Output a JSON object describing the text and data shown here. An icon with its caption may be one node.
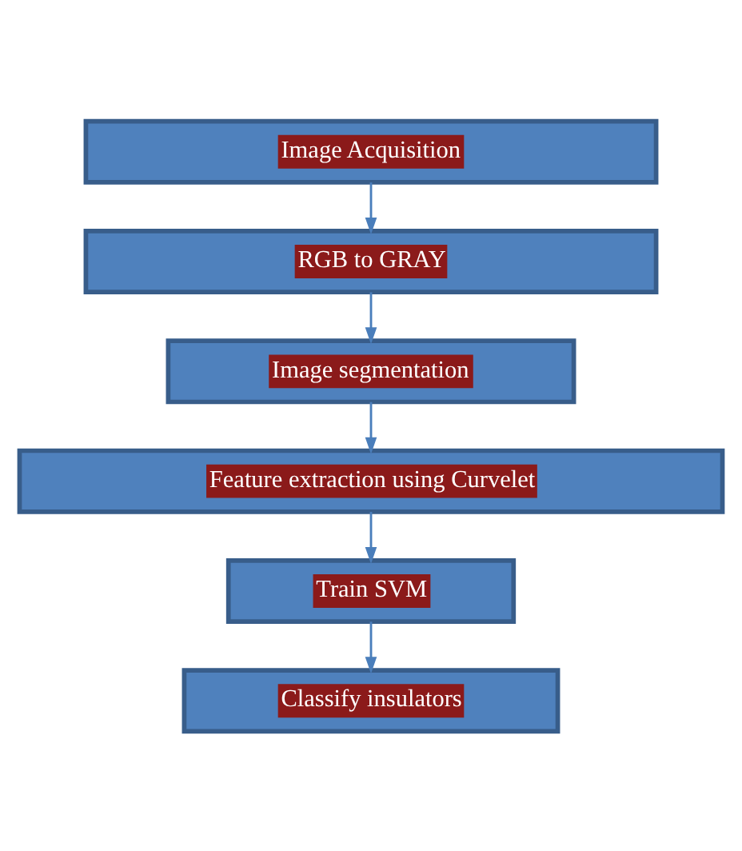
{
  "diagram": {
    "nodes": [
      {
        "text": [
          "Image Acquisition"
        ]
      },
      {
        "text": [
          "RGB to GRAY"
        ]
      },
      {
        "text": [
          "Image segmentation"
        ]
      },
      {
        "text": [
          "Feature extraction using Curvelet"
        ]
      },
      {
        "text": [
          "Train SVM"
        ]
      },
      {
        "text": [
          "Classify insulators"
        ]
      }
    ],
    "edges": [
      {
        "from": 0,
        "to": 1,
        "arrow": "to"
      },
      {
        "from": 1,
        "to": 2,
        "arrow": "to"
      },
      {
        "from": 2,
        "to": 3,
        "arrow": "to"
      },
      {
        "from": 3,
        "to": 4,
        "arrow": "to"
      },
      {
        "from": 4,
        "to": 5,
        "arrow": "to"
      }
    ]
  }
}
